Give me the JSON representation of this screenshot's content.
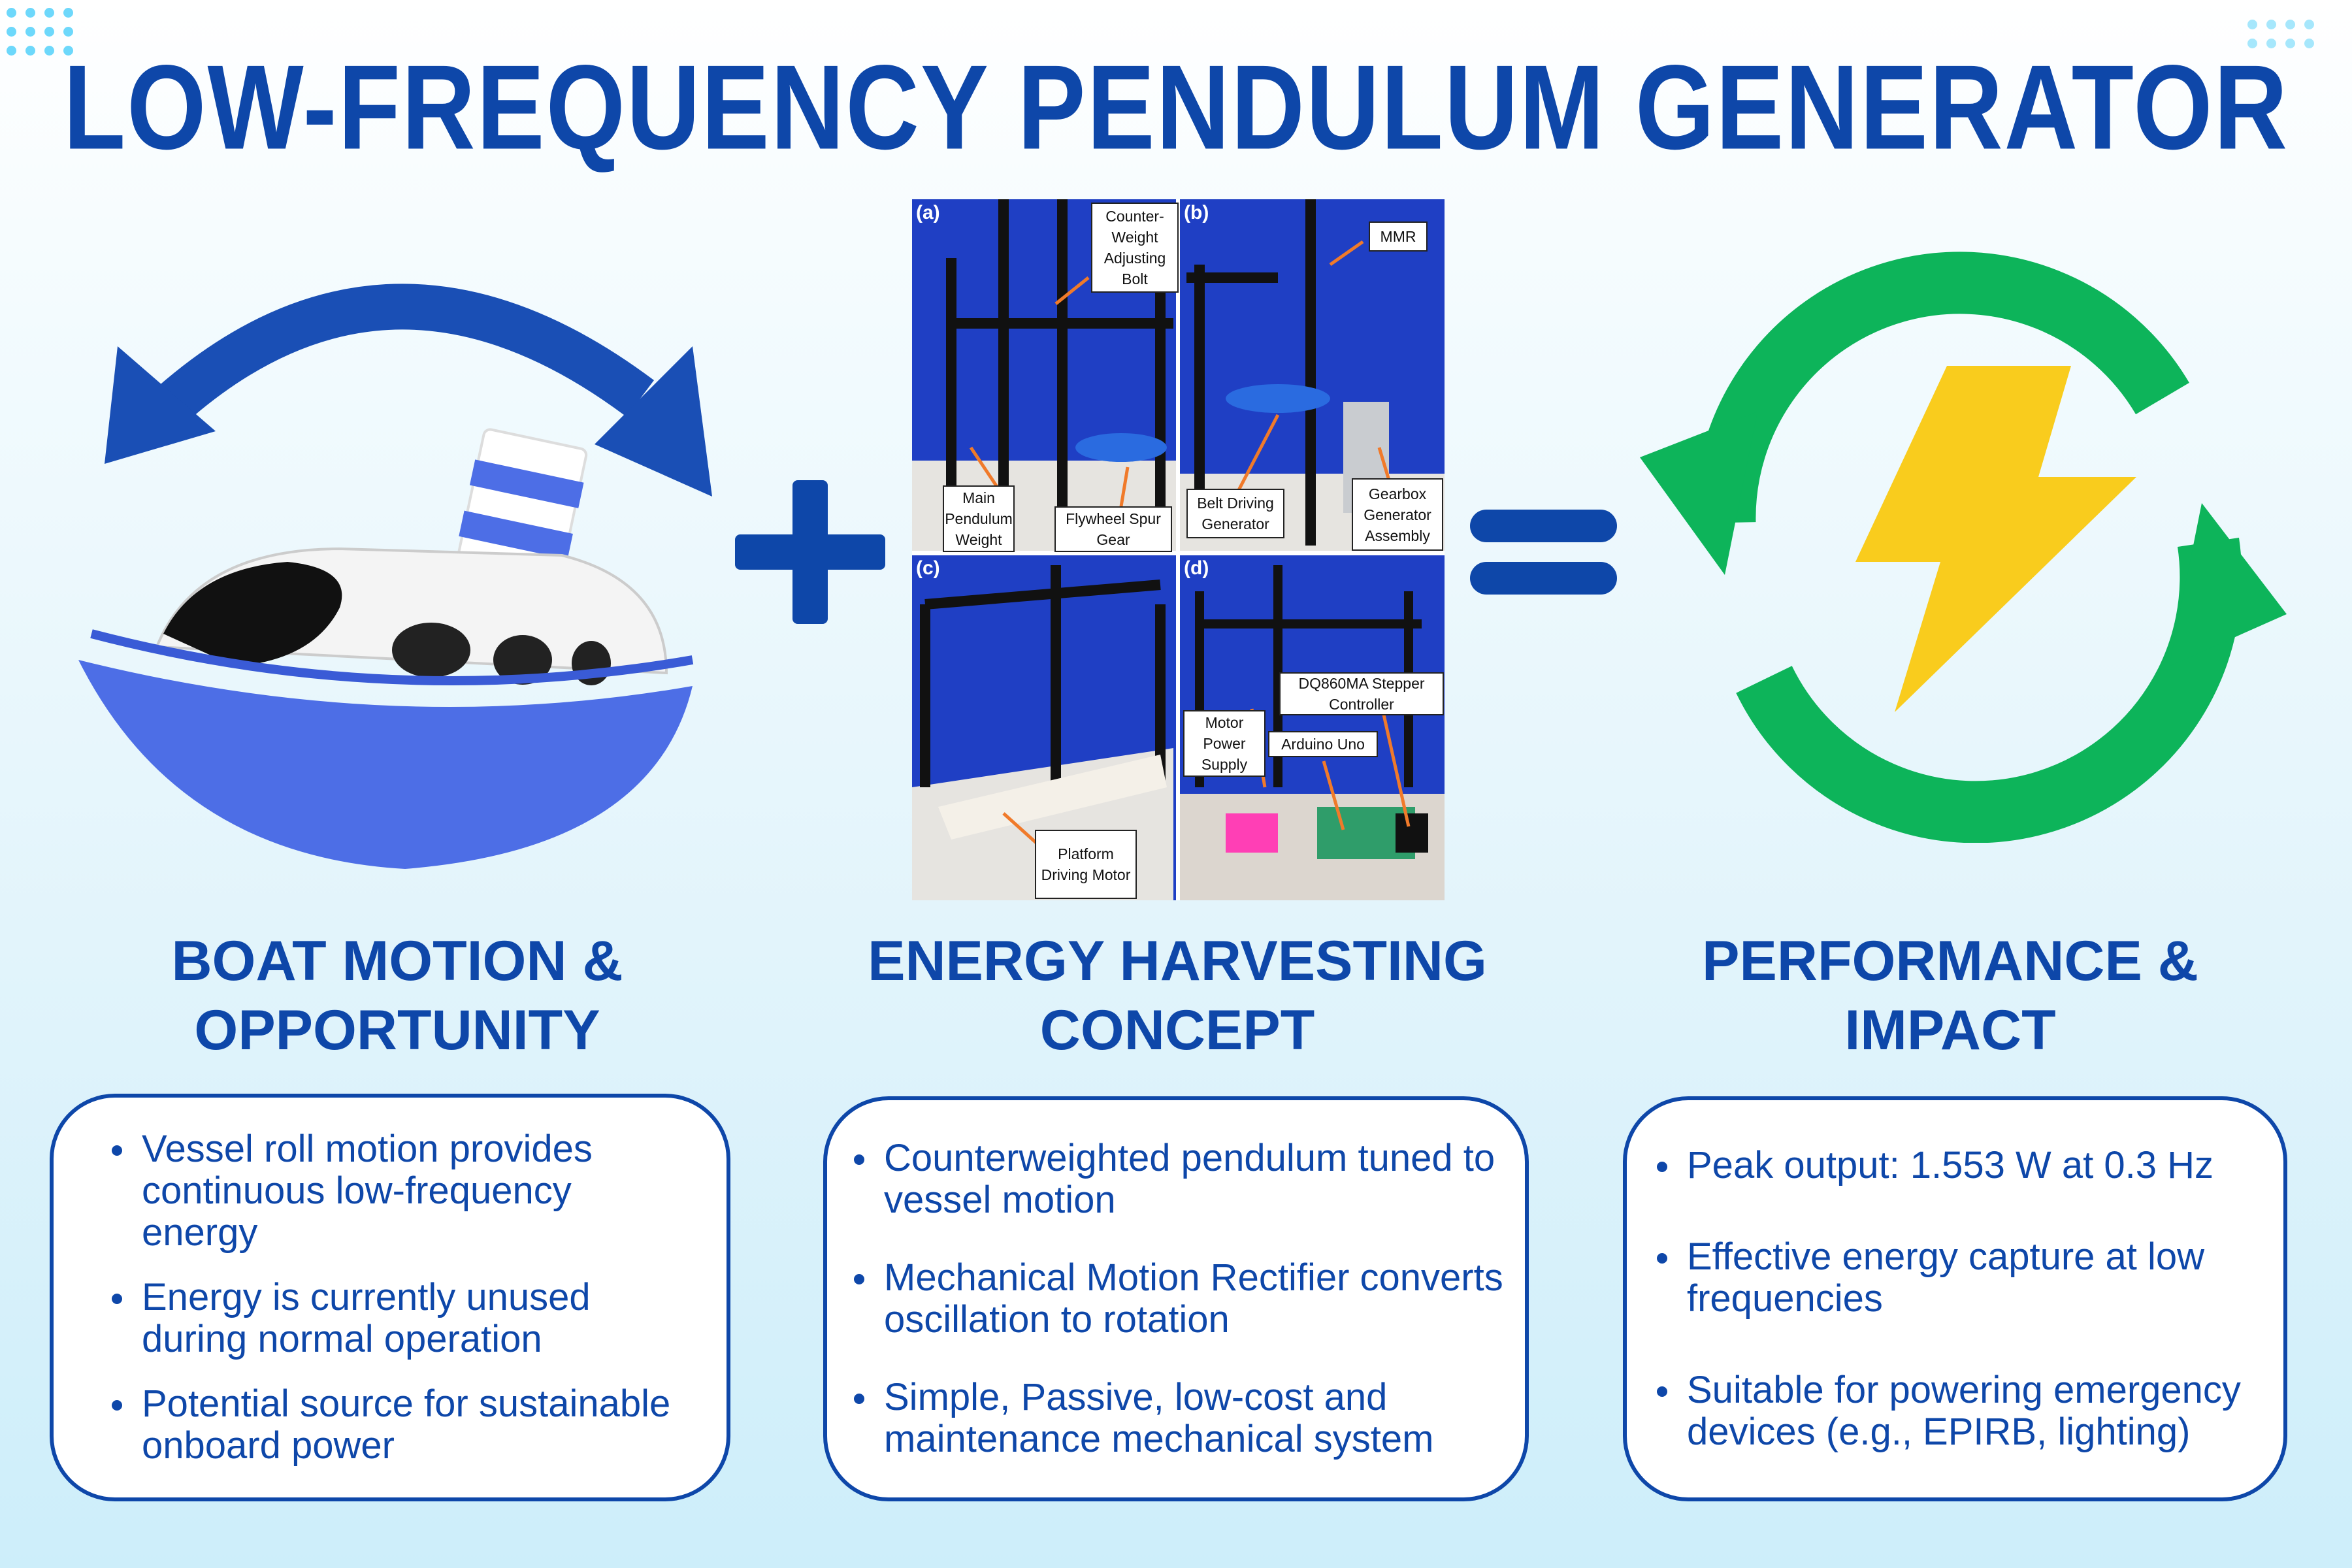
{
  "title": "LOW-FREQUENCY PENDULUM GENERATOR",
  "colors": {
    "primary": "#0e47a9",
    "green": "#0db45a",
    "bolt": "#f9cc1d",
    "dots": "#6dd8fb"
  },
  "icons": [
    "boat-icon",
    "rocking-arrows-icon",
    "plus-icon",
    "equals-icon",
    "recycle-arrows-icon",
    "lightning-bolt-icon"
  ],
  "photos": {
    "a": {
      "tag": "(a)",
      "labels": [
        "Counter-Weight Adjusting Bolt",
        "Main Pendulum Weight",
        "Flywheel Spur Gear"
      ]
    },
    "b": {
      "tag": "(b)",
      "labels": [
        "MMR",
        "Belt Driving Generator",
        "Gearbox Generator Assembly"
      ]
    },
    "c": {
      "tag": "(c)",
      "labels": [
        "Platform Driving Motor"
      ]
    },
    "d": {
      "tag": "(d)",
      "labels": [
        "DQ860MA Stepper Controller",
        "Motor Power Supply",
        "Arduino Uno"
      ]
    }
  },
  "sections": [
    {
      "heading": "BOAT MOTION & OPPORTUNITY",
      "bullets": [
        "Vessel roll motion provides continuous low-frequency energy",
        "Energy is currently unused during normal operation",
        "Potential source for sustainable onboard power"
      ]
    },
    {
      "heading": "ENERGY HARVESTING CONCEPT",
      "bullets": [
        "Counterweighted pendulum tuned to vessel motion",
        "Mechanical Motion Rectifier converts oscillation to rotation",
        "Simple, Passive, low-cost and maintenance mechanical system"
      ]
    },
    {
      "heading": "PERFORMANCE & IMPACT",
      "bullets": [
        "Peak output: 1.553 W at 0.3 Hz",
        "Effective energy capture at low frequencies",
        "Suitable for powering emergency devices (e.g., EPIRB, lighting)"
      ]
    }
  ]
}
